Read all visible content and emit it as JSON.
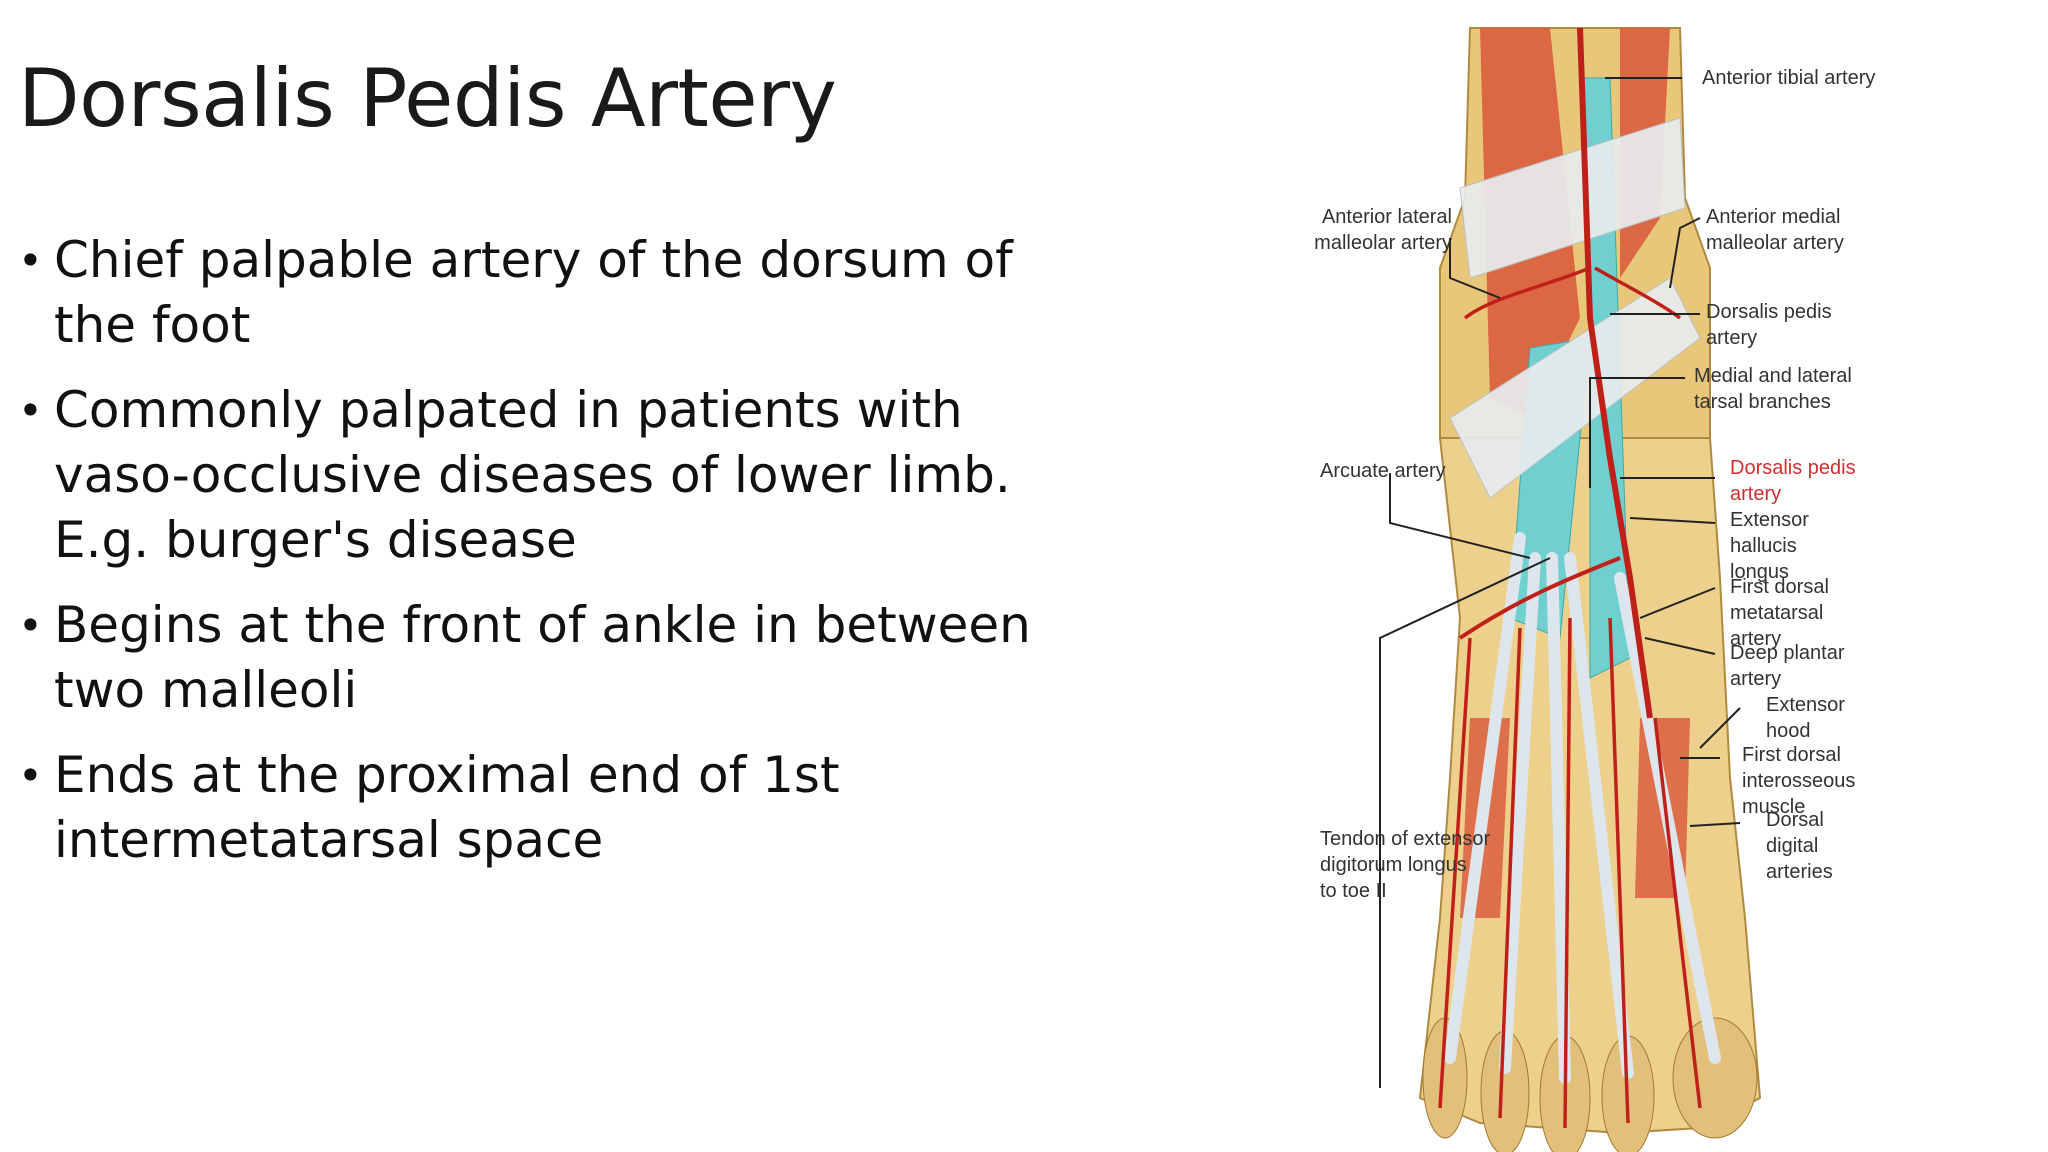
{
  "slide": {
    "title": "Dorsalis Pedis Artery",
    "bullets": [
      "Chief palpable artery of the dorsum of the foot",
      "Commonly palpated in patients with vaso-occlusive diseases of lower limb. E.g. burger's disease",
      "Begins at the front of ankle in between two malleoli",
      "Ends at the proximal end of 1st intermetatarsal space"
    ]
  },
  "figure": {
    "labels": {
      "anterior_tibial_artery": "Anterior tibial artery",
      "anterior_lateral_malleolar_artery": "Anterior lateral\nmalleolar artery",
      "anterior_medial_malleolar_artery": "Anterior medial\nmalleolar artery",
      "dorsalis_pedis_artery_upper": "Dorsalis pedis\nartery",
      "medial_lateral_tarsal_branches": "Medial and lateral\ntarsal branches",
      "arcuate_artery": "Arcuate artery",
      "dorsalis_pedis_artery_red": "Dorsalis pedis\nartery",
      "extensor_hallucis_longus": "Extensor\nhallucis\nlongus",
      "first_dorsal_metatarsal_artery": "First dorsal\nmetatarsal\nartery",
      "deep_plantar_artery": "Deep plantar\nartery",
      "extensor_hood": "Extensor\nhood",
      "first_dorsal_interosseous_muscle": "First dorsal\ninterosseous\nmuscle",
      "dorsal_digital_arteries": "Dorsal\ndigital\narteries",
      "tendon_extensor_digitorum": "Tendon of extensor\ndigitorum longus\nto toe II"
    },
    "colors": {
      "bone": "#e9c77a",
      "muscle": "#d9563a",
      "artery": "#c0201a",
      "tendon": "#dde6ec",
      "synovial_sheath": "#6fd0cf",
      "highlight_label": "#d03030"
    }
  }
}
